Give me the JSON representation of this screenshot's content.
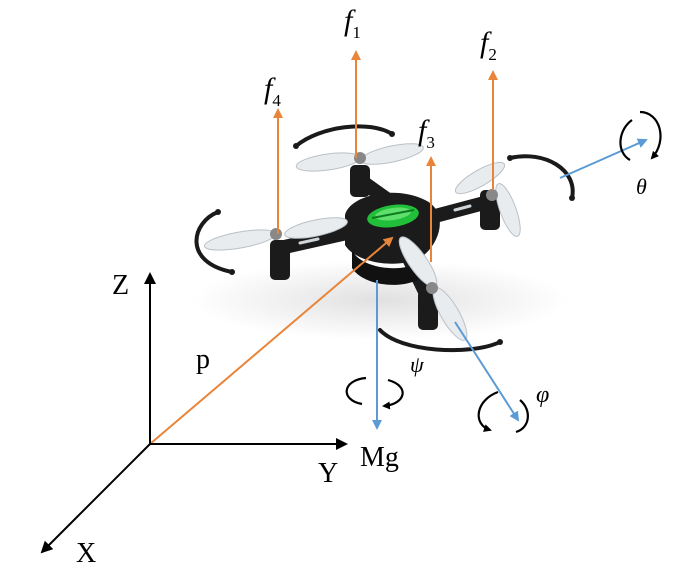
{
  "forces": {
    "f1": {
      "base": "f",
      "sub": "1"
    },
    "f2": {
      "base": "f",
      "sub": "2"
    },
    "f3": {
      "base": "f",
      "sub": "3"
    },
    "f4": {
      "base": "f",
      "sub": "4"
    }
  },
  "axes": {
    "z": "Z",
    "y": "Y",
    "x": "X"
  },
  "position_vector": "p",
  "gravity": "Mg",
  "angles": {
    "theta": "θ",
    "phi": "φ",
    "psi": "ψ"
  },
  "colors": {
    "force_arrow": "#e8853a",
    "axis_arrow": "#5b9bd5",
    "frame": "#000000",
    "body": "#1b1b1b",
    "accent": "#22c03a",
    "propeller": "#e9ecef"
  }
}
